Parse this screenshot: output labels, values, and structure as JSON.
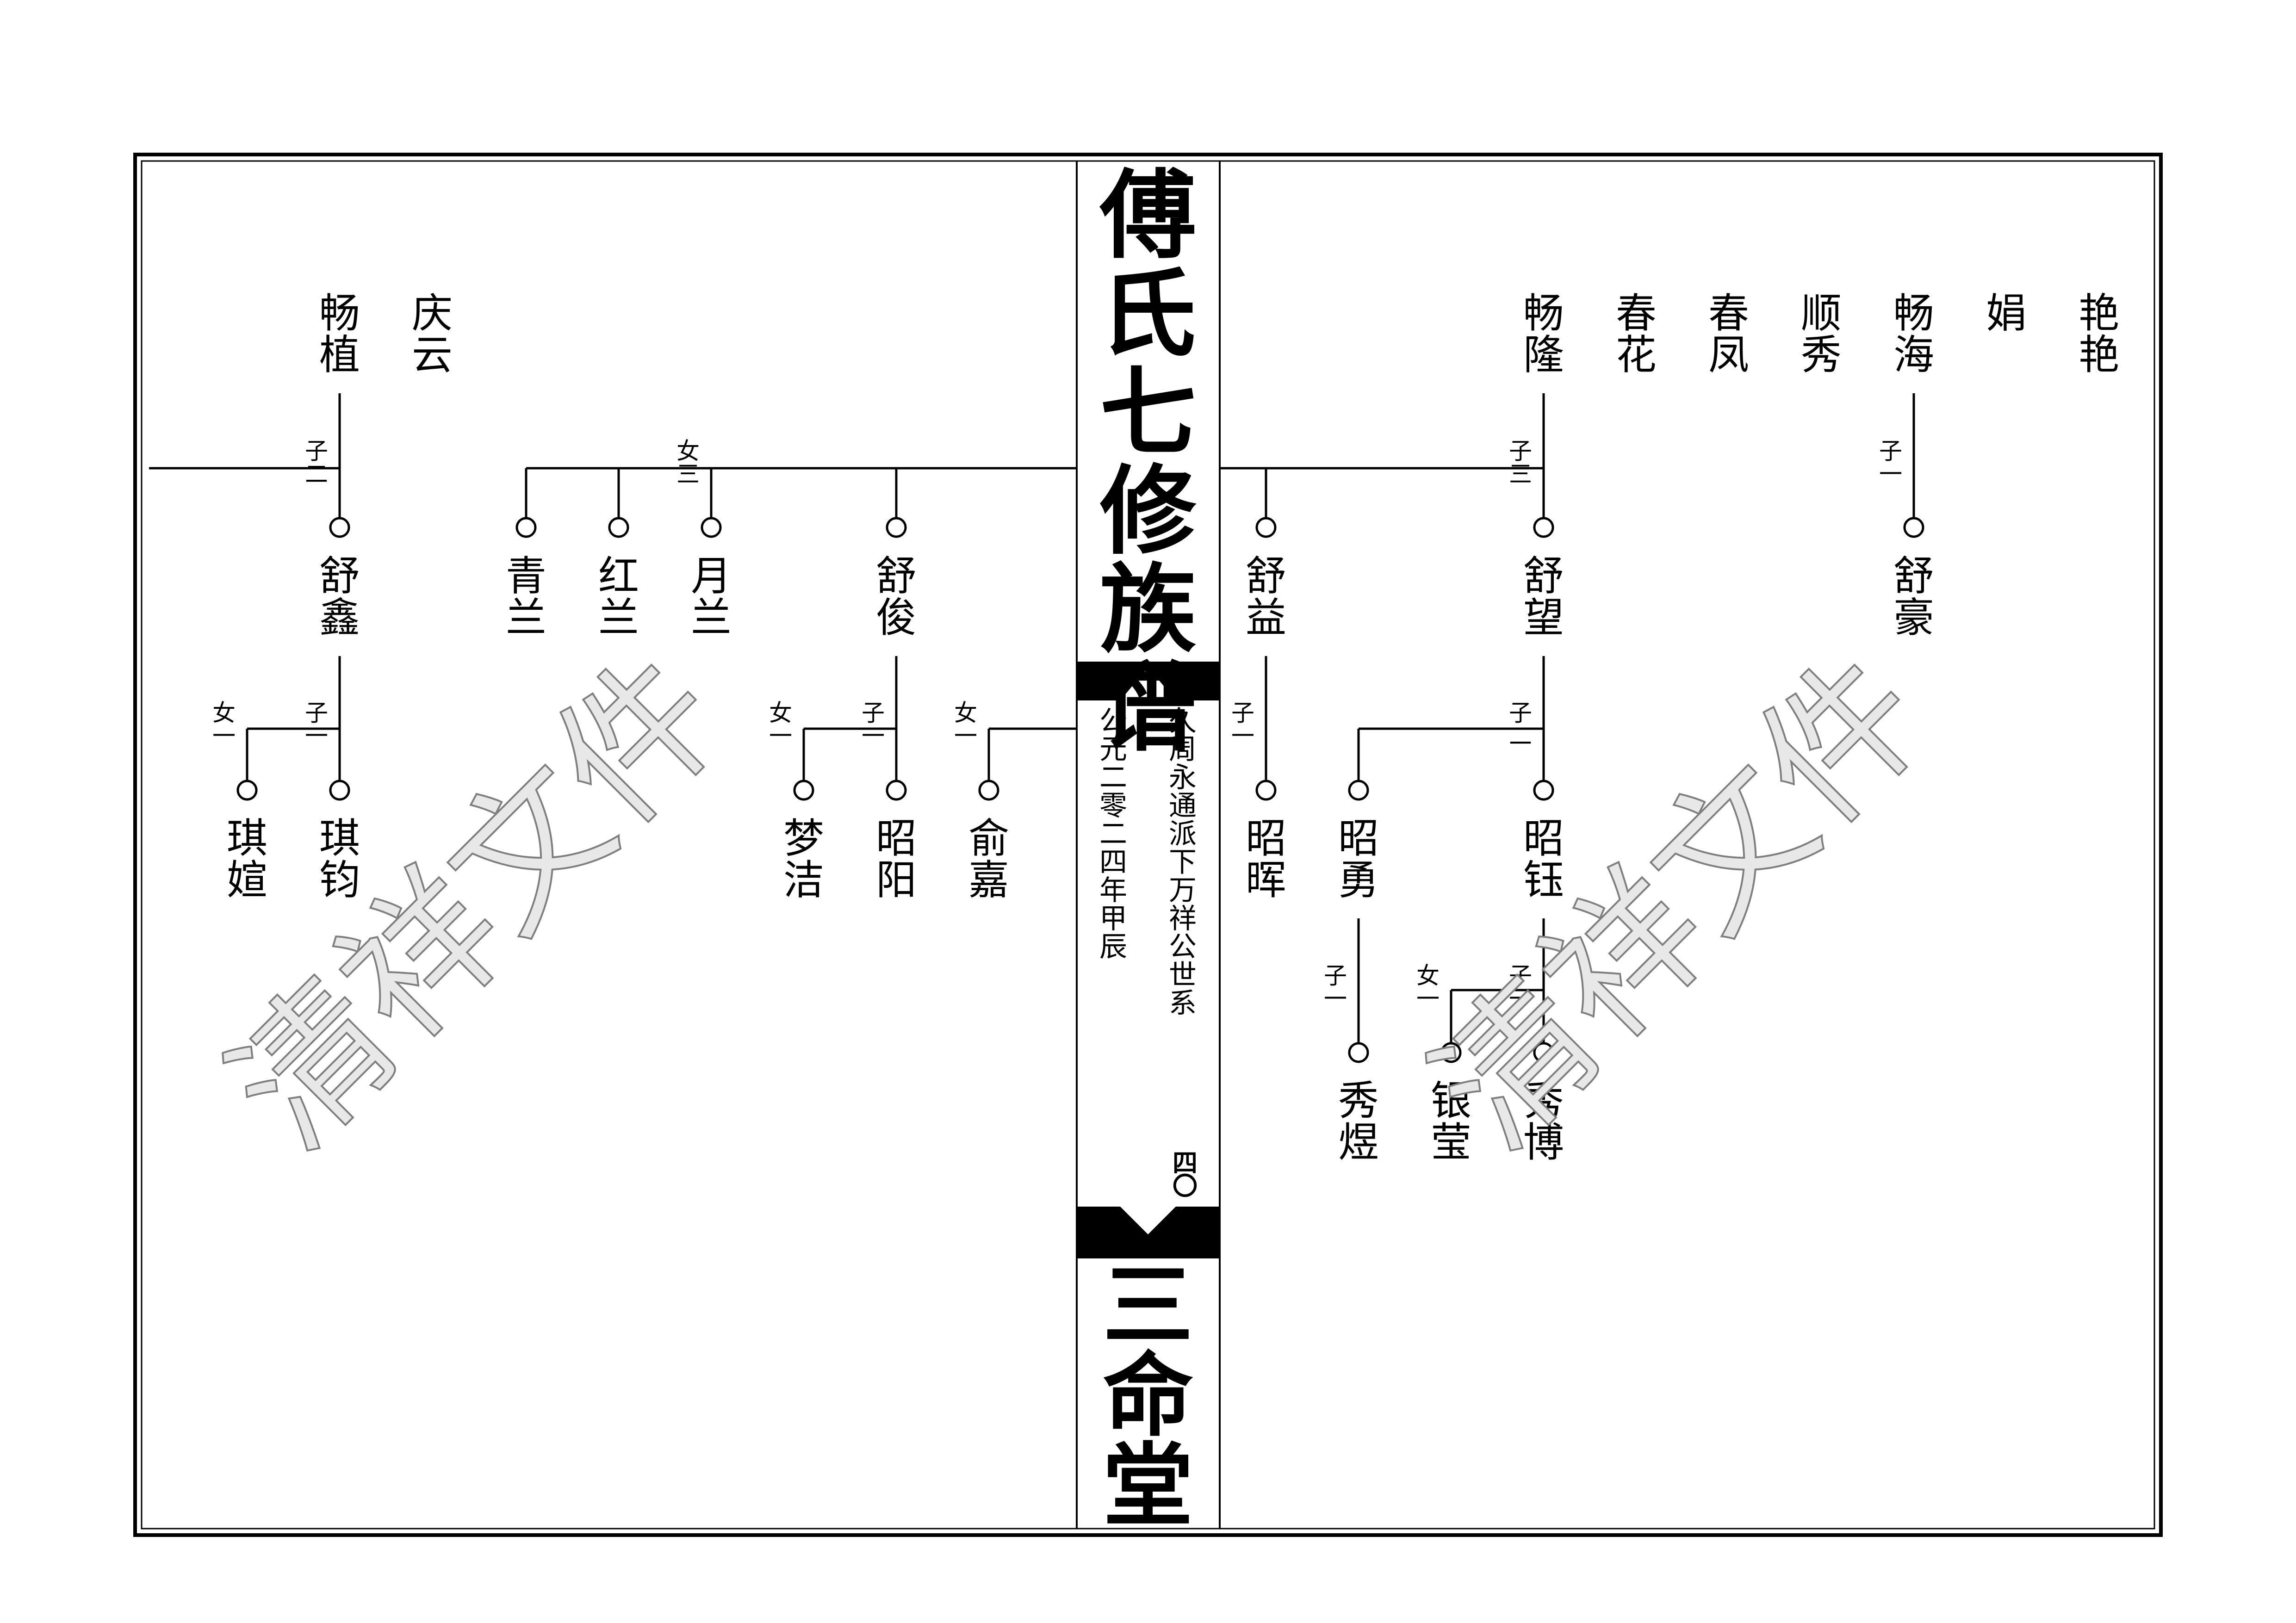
{
  "spine": {
    "title": "傅氏七修族谱",
    "subtitle": "久周永通派下万祥公世系",
    "date": "公元二零二四年甲辰",
    "page_number": "四〇",
    "hall": "三命堂"
  },
  "watermark": "清祥文件",
  "left_page": {
    "names": {
      "changzhi": "畅植",
      "qingyun": "庆云",
      "shuxin": "舒鑫",
      "qinglan": "青兰",
      "honglan": "红兰",
      "yuelan": "月兰",
      "shujun": "舒俊",
      "qixuan": "琪媗",
      "qijun": "琪钧",
      "mengjie": "梦洁",
      "zhaoyang": "昭阳",
      "yujia": "俞嘉"
    },
    "counts": {
      "shuxin_sons": "子二",
      "daughters_three": "女三",
      "qi_daughter": "女一",
      "qi_son": "子一",
      "meng_daughter": "女一",
      "zhao_son": "子一",
      "yu_daughter": "女一"
    }
  },
  "right_page": {
    "names": {
      "yanyan": "艳艳",
      "juan": "娟",
      "changhai": "畅海",
      "shunxiu": "顺秀",
      "chunfeng": "春凤",
      "chunhua": "春花",
      "changlong": "畅隆",
      "shuhao": "舒豪",
      "shuwang": "舒望",
      "shuyi": "舒益",
      "zhaohui": "昭晖",
      "zhaoyong": "昭勇",
      "zhaoyu": "昭钰",
      "xiuyu": "秀煜",
      "yinying": "银莹",
      "xiubo": "秀博"
    },
    "counts": {
      "hao_son": "子一",
      "wang_sons": "子三",
      "hui_son": "子一",
      "yu_sons": "子二",
      "xiuyu_son": "子一",
      "ying_daughter": "女一",
      "bo_son": "子一"
    }
  }
}
